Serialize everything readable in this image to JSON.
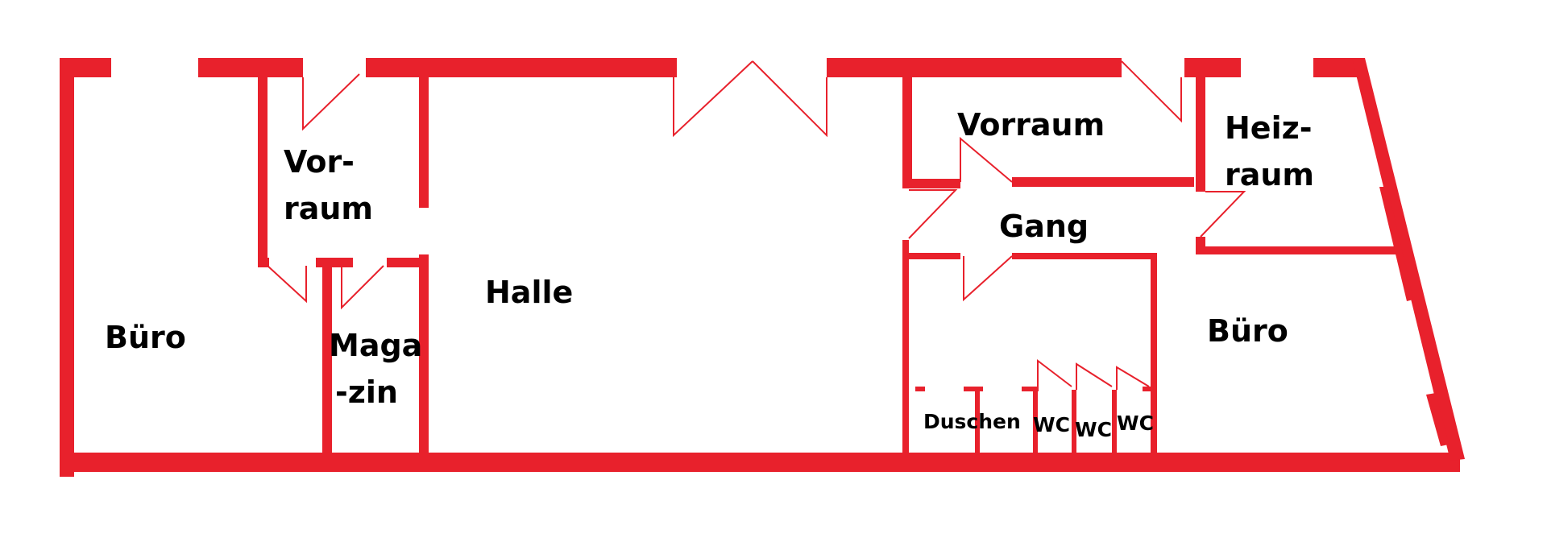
{
  "wall_color": "#e8212c",
  "background": "#ffffff",
  "rooms": {
    "buero_left": "Büro",
    "vorraum_left_1": "Vor-",
    "vorraum_left_2": "raum",
    "magazin_1": "Maga",
    "magazin_2": "-zin",
    "halle": "Halle",
    "vorraum_right": "Vorraum",
    "heizraum_1": "Heiz-",
    "heizraum_2": "raum",
    "gang": "Gang",
    "buero_right": "Büro",
    "duschen": "Duschen",
    "wc_1": "WC",
    "wc_2": "WC",
    "wc_3": "WC"
  }
}
